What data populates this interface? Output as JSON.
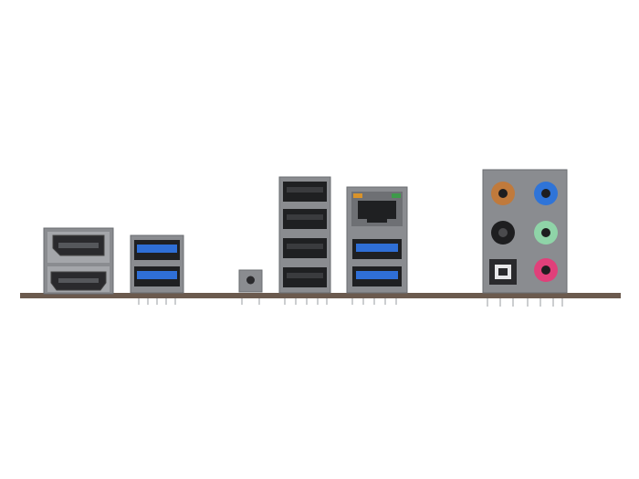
{
  "panel": {
    "colors": {
      "board_edge": "#6b5a4e",
      "port_housing": "#8a8c90",
      "housing_dark": "#5e6064",
      "usb3_blue": "#2f6fd6",
      "jack_orange": "#c07a3c",
      "jack_blue": "#2f74d8",
      "jack_black": "#1e1e20",
      "jack_green": "#8fd4a8",
      "jack_pink": "#e0407a",
      "led_orange": "#d9932a",
      "led_green": "#3e9a4a"
    },
    "ports": [
      {
        "name": "displayport",
        "icon": "displayport-icon"
      },
      {
        "name": "hdmi",
        "icon": "hdmi-icon"
      },
      {
        "name": "usb3-stack-left",
        "icon": "usb3-icon",
        "count": 2
      },
      {
        "name": "reset-button",
        "icon": "button-icon"
      },
      {
        "name": "usb2-stack",
        "icon": "usb2-icon",
        "count": 4
      },
      {
        "name": "rj45-lan",
        "icon": "ethernet-icon"
      },
      {
        "name": "usb3-stack-right",
        "icon": "usb3-icon",
        "count": 2
      },
      {
        "name": "audio-jacks",
        "icon": "audio-jack-icon",
        "count": 5
      },
      {
        "name": "optical-spdif",
        "icon": "optical-icon"
      }
    ]
  }
}
